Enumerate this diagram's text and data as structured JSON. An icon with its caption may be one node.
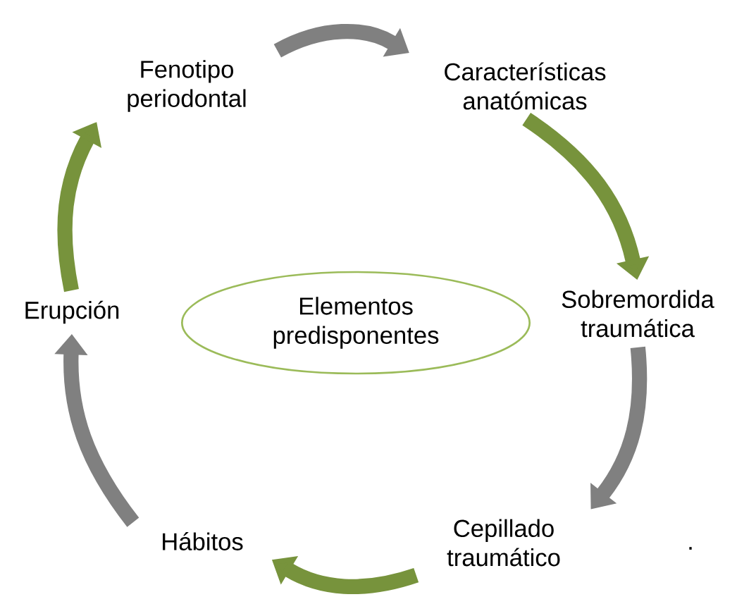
{
  "diagram": {
    "nodes": [
      {
        "text": [
          "Elementos predisponentes"
        ]
      },
      {
        "text": [
          "Fenotipo periodontal"
        ]
      },
      {
        "text": [
          "Características anatómicas"
        ]
      },
      {
        "text": [
          "Sobremordida traumática"
        ]
      },
      {
        "text": [
          "Cepillado traumático"
        ]
      },
      {
        "text": [
          "Hábitos"
        ]
      },
      {
        "text": [
          "Erupción"
        ]
      }
    ],
    "edges": [
      {
        "from": 1,
        "to": 2,
        "arrow": "to",
        "color": "#808080"
      },
      {
        "from": 2,
        "to": 3,
        "arrow": "to",
        "color": "#77933c"
      },
      {
        "from": 3,
        "to": 4,
        "arrow": "to",
        "color": "#808080"
      },
      {
        "from": 4,
        "to": 5,
        "arrow": "to",
        "color": "#77933c"
      },
      {
        "from": 5,
        "to": 6,
        "arrow": "to",
        "color": "#808080"
      },
      {
        "from": 6,
        "to": 1,
        "arrow": "to",
        "color": "#77933c"
      }
    ],
    "labels": [
      "."
    ]
  }
}
